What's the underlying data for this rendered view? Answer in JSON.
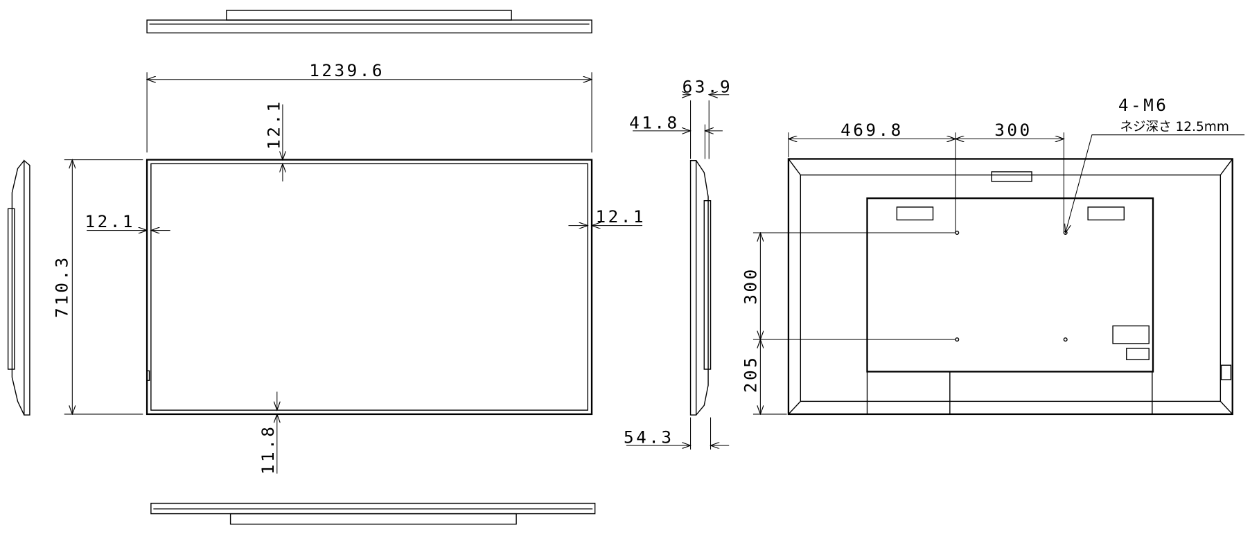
{
  "dimensions": {
    "width": "1239.6",
    "height": "710.3",
    "bezel_top": "12.1",
    "bezel_left": "12.1",
    "bezel_right": "12.1",
    "bezel_bottom": "11.8",
    "depth_total": "63.9",
    "depth_body": "41.8",
    "depth_bottom": "54.3",
    "vesa_offset_x": "469.8",
    "vesa_width": "300",
    "vesa_height": "300",
    "vesa_offset_y": "205"
  },
  "annotations": {
    "screw_spec": "4-M6",
    "screw_depth": "ネジ深さ 12.5mm"
  },
  "colors": {
    "line": "#000000",
    "background": "#ffffff"
  }
}
